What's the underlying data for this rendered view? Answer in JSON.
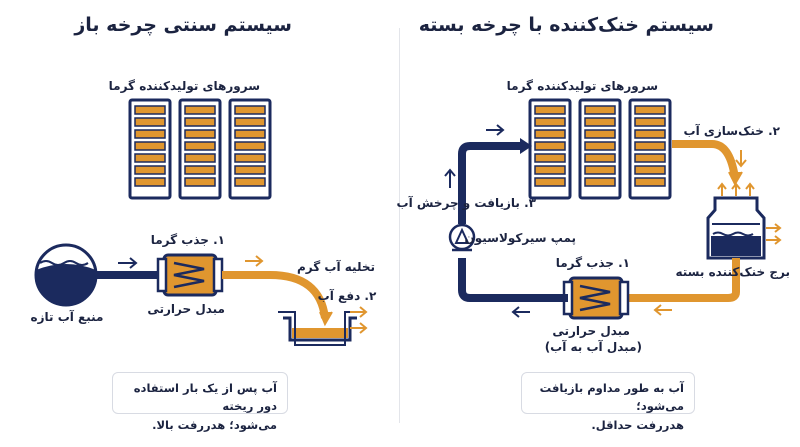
{
  "colors": {
    "navy": "#1b2a5e",
    "orange": "#e0962f",
    "light_orange": "#f0a84c",
    "ink": "#1b2340"
  },
  "left": {
    "title": "سیستم سنتی چرخه باز",
    "servers_label": "سرورهای تولیدکننده گرما",
    "absorb_label": "۱. جذب گرما",
    "exchanger_label": "مبدل حرارتی",
    "source_label": "منبع آب تازه",
    "drain_label": "تخلیه آب گرم",
    "discharge_label": "۲. دفع آب",
    "note_line1": "آب پس از یک بار استفاده دور ریخته",
    "note_line2": "می‌شود؛ هدررفت بالا."
  },
  "right": {
    "title": "سیستم خنک‌کننده با چرخه بسته",
    "servers_label": "سرورهای تولیدکننده گرما",
    "cooling_label": "۲. خنک‌سازی آب",
    "tower_label": "برج خنک‌کننده بسته",
    "absorb_label": "۱. جذب گرما",
    "exchanger_label": "مبدل حرارتی",
    "exchanger_sublabel": "(مبدل آب به آب)",
    "pump_label": "پمپ سیرکولاسیون",
    "recycle_label": "۳. بازیافت و چرخش آب",
    "note_line1": "آب به طور مداوم بازیافت می‌شود؛",
    "note_line2": "هدررفت حداقل."
  }
}
